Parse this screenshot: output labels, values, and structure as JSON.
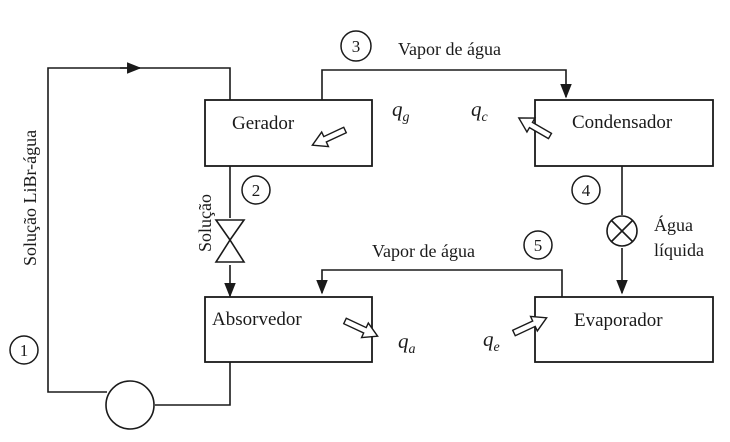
{
  "components": {
    "generator": "Gerador",
    "condenser": "Condensador",
    "absorber": "Absorvedor",
    "evaporator": "Evaporador"
  },
  "streams": {
    "vapor_top": "Vapor de água",
    "vapor_mid": "Vapor de água",
    "solution_libr": "Solução LiBr-água",
    "solution": "Solução",
    "liquid_water_line1": "Água",
    "liquid_water_line2": "líquida"
  },
  "state_points": [
    "1",
    "2",
    "3",
    "4",
    "5"
  ],
  "heat": {
    "q": "q",
    "g": "g",
    "c": "c",
    "a": "a",
    "e": "e"
  }
}
